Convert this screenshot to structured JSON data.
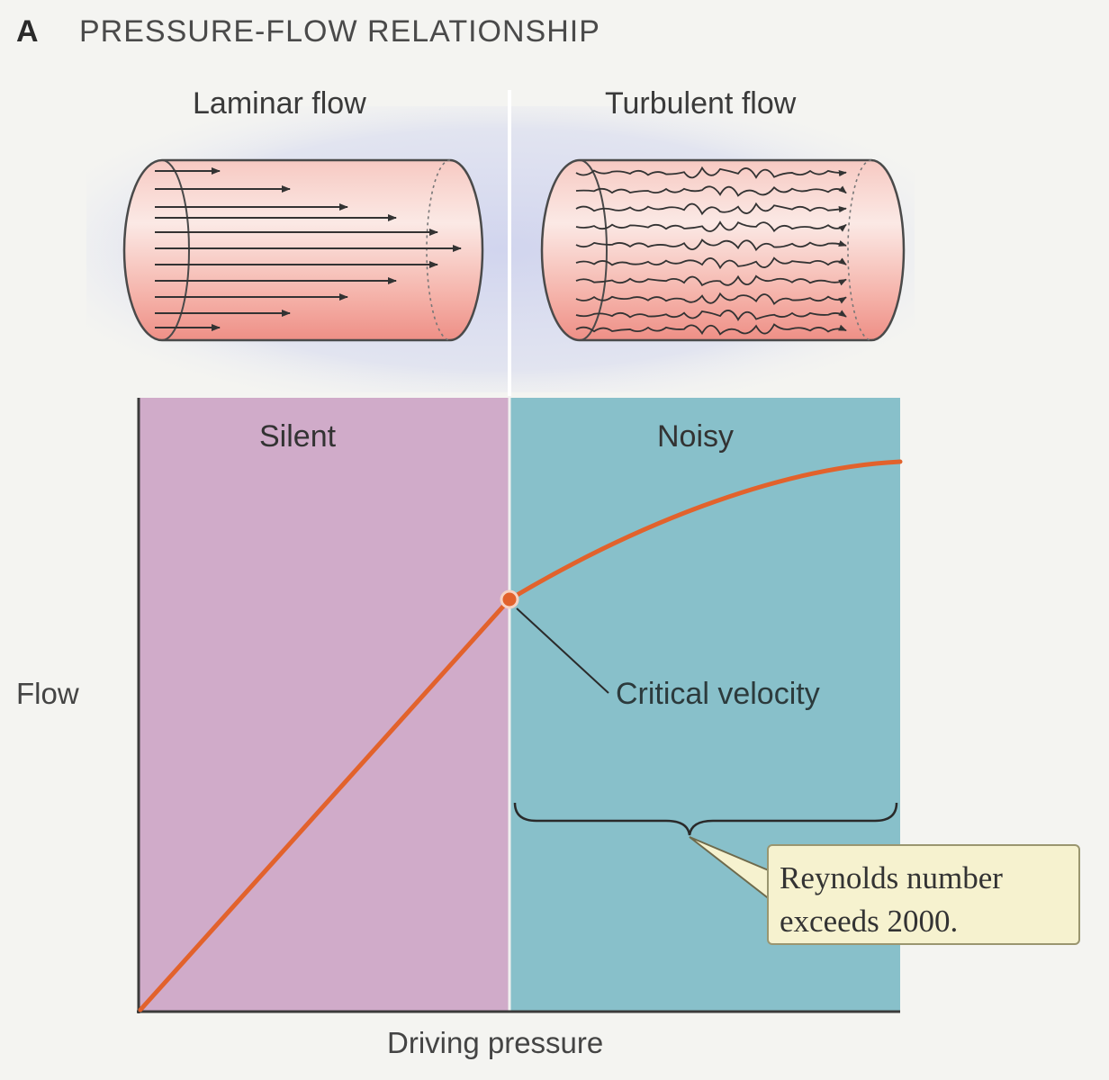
{
  "figure": {
    "panel_letter": "A",
    "title": "PRESSURE-FLOW RELATIONSHIP"
  },
  "tubes": {
    "laminar_label": "Laminar flow",
    "turbulent_label": "Turbulent flow"
  },
  "plot": {
    "silent_label": "Silent",
    "noisy_label": "Noisy",
    "y_label": "Flow",
    "x_label": "Driving pressure",
    "critical_label": "Critical velocity",
    "callout_line1": "Reynolds number",
    "callout_line2": "exceeds 2000."
  },
  "colors": {
    "silent_region": "#d0abc9",
    "noisy_region": "#88c0ca",
    "curve": "#e2622c",
    "tube_fill": "#f3a9a1",
    "halo": "#dcdff0"
  }
}
